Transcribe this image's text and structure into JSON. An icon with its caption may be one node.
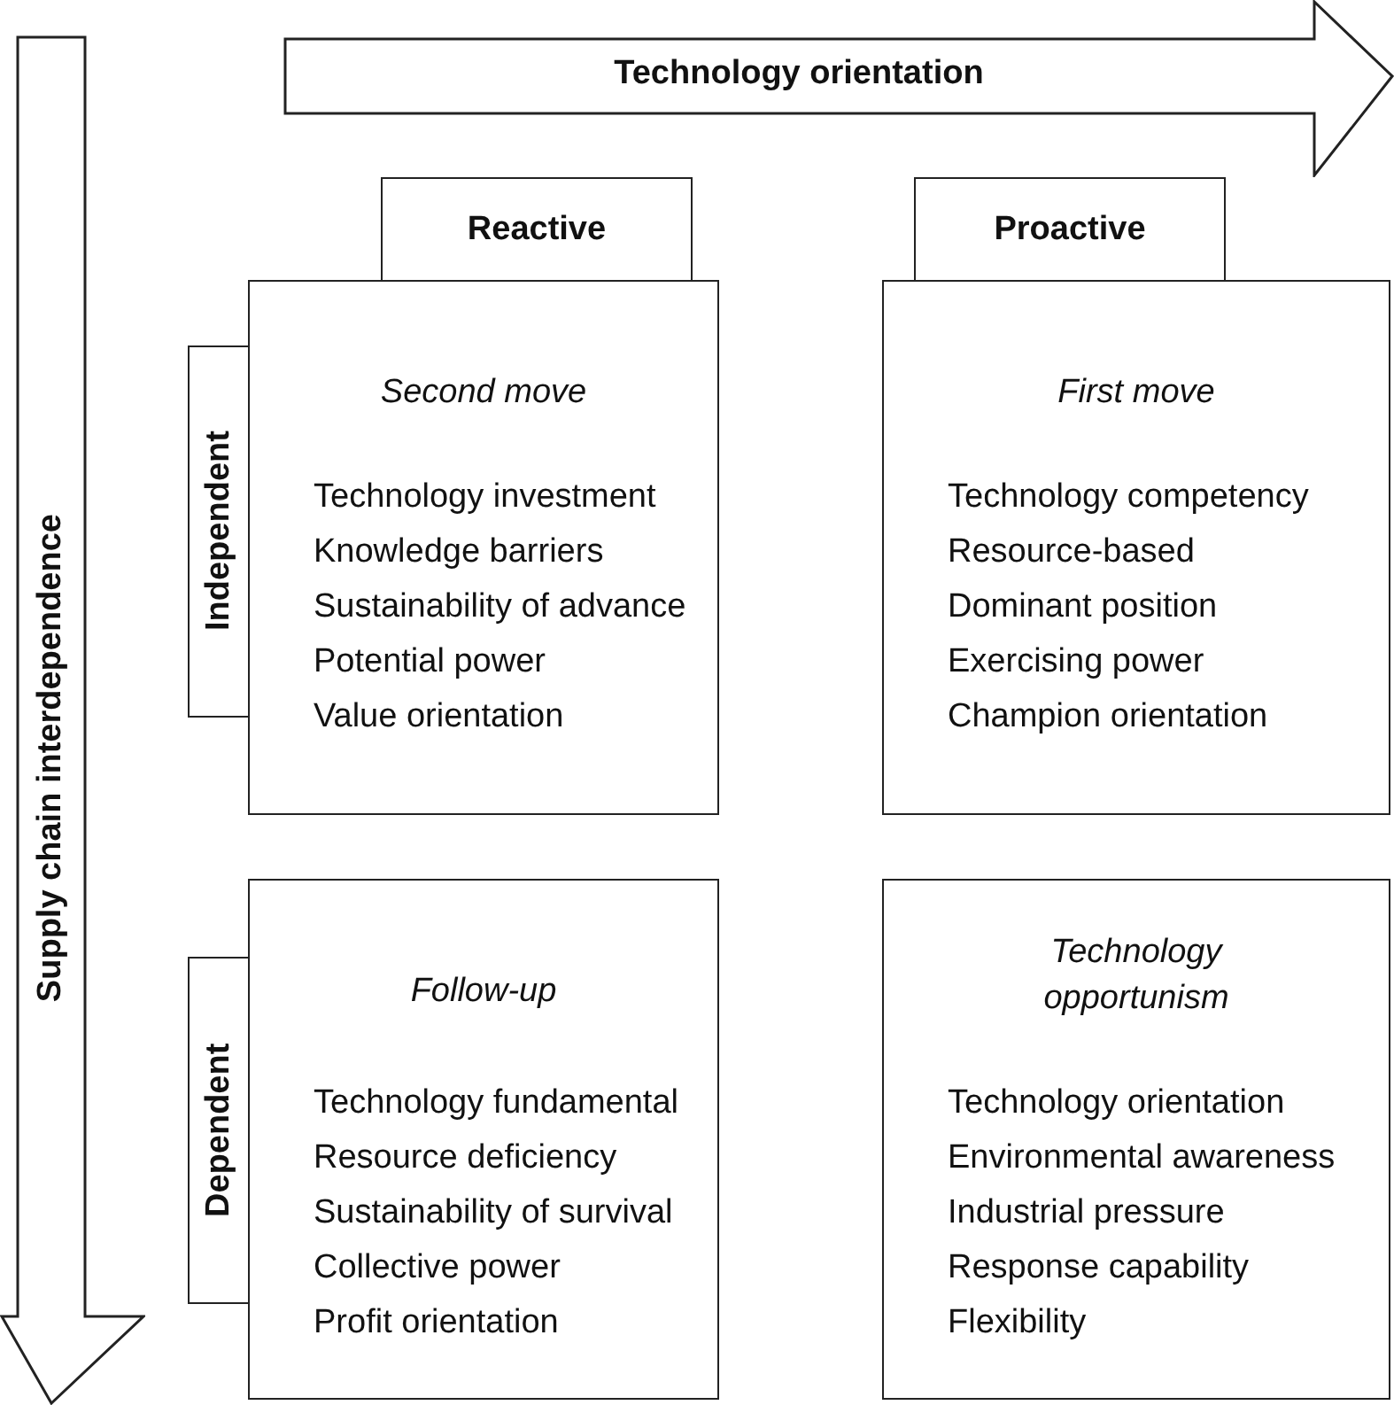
{
  "diagram": {
    "nodes": [
      {
        "text": [
          "Technology orientation"
        ]
      },
      {
        "text": [
          "Reactive"
        ]
      },
      {
        "text": [
          "Proactive"
        ]
      },
      {
        "text": [
          "Supply chain interdependence"
        ]
      },
      {
        "text": [
          "Independent"
        ]
      },
      {
        "text": [
          "Second move",
          "Technology investment",
          "Knowledge barriers",
          "Sustainability of advance",
          "Potential power",
          "Value orientation"
        ]
      },
      {
        "text": [
          "First move",
          "Technology competency",
          "Resource-based",
          "Dominant position",
          "Exercising power",
          "Champion orientation"
        ]
      },
      {
        "text": [
          "Dependent"
        ]
      },
      {
        "text": [
          "Follow-up",
          "Technology fundamental",
          "Resource deficiency",
          "Sustainability of survival",
          "Collective power",
          "Profit orientation"
        ]
      },
      {
        "text": [
          "Technology opportunism",
          "Technology orientation",
          "Environmental awareness",
          "Industrial pressure",
          "Response capability",
          "Flexibility"
        ]
      }
    ],
    "edges": []
  }
}
